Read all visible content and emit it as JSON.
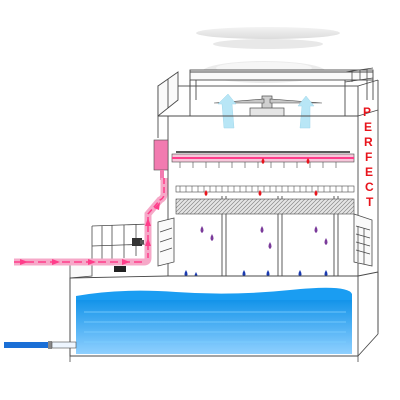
{
  "diagram": {
    "brand": "PERFECT",
    "brand_letters": [
      "P",
      "E",
      "R",
      "F",
      "E",
      "C",
      "T"
    ],
    "colors": {
      "outline": "#4a4a4a",
      "hot_water": "#ff3d8a",
      "hot_pipe": "#f6a8c8",
      "cold_water": "#0a8fe8",
      "cold_inlet": "#1a6fd6",
      "fill_media": "#9a9a9a",
      "airflow": "#b8e6f6",
      "brand": "#e8141c",
      "drop_red": "#e8141c",
      "drop_purple": "#7a3a9a",
      "drop_blue": "#1a3ab0"
    },
    "icons": [
      "fan-icon",
      "water-drop-icon",
      "pump-icon",
      "flow-arrow-icon"
    ]
  }
}
